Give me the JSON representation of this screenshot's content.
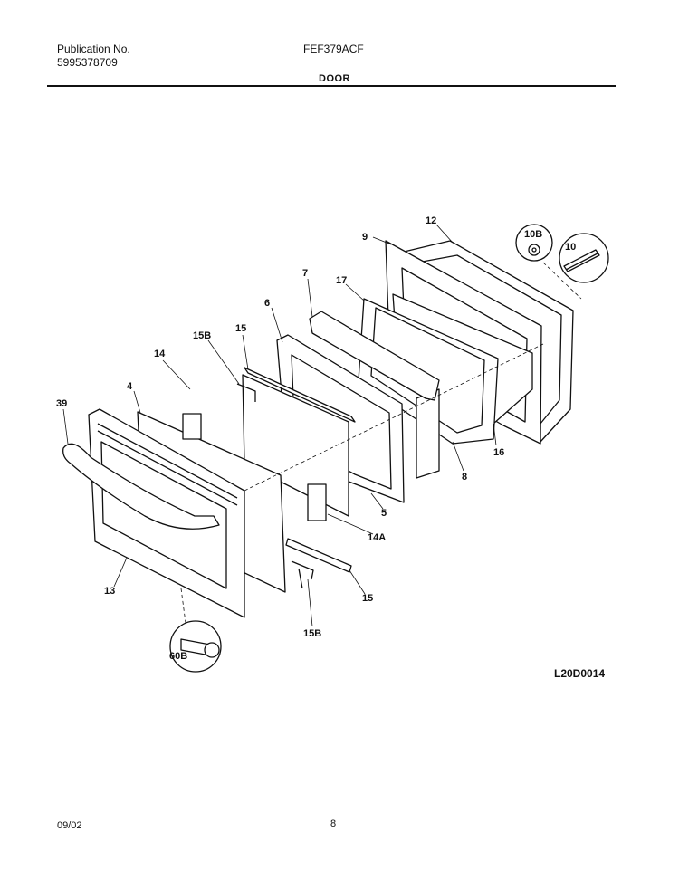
{
  "header": {
    "publication_label": "Publication No.",
    "publication_number": "5995378709",
    "model": "FEF379ACF",
    "section_title": "DOOR"
  },
  "diagram": {
    "code": "L20D0014",
    "callouts": {
      "c9": "9",
      "c12": "12",
      "c10B": "10B",
      "c10": "10",
      "c7": "7",
      "c17": "17",
      "c6": "6",
      "c15_top": "15",
      "c15B_top": "15B",
      "c14": "14",
      "c4": "4",
      "c39": "39",
      "c16": "16",
      "c8": "8",
      "c5": "5",
      "c14A": "14A",
      "c15_bottom": "15",
      "c13": "13",
      "c15B_bottom": "15B",
      "c60B": "60B"
    }
  },
  "footer": {
    "date": "09/02",
    "page": "8"
  }
}
